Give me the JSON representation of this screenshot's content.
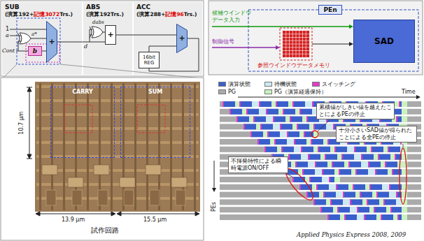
{
  "diagram": {
    "nodes": [
      {
        "text": [
          "SUB",
          "(演算192+記憶3072Trs.)"
        ]
      },
      {
        "text": [
          "b"
        ],
        "in": 0
      },
      {
        "text": [
          "+"
        ],
        "in": 0
      },
      {
        "text": [
          "ABS",
          "(演算192Trs.)"
        ]
      },
      {
        "text": [
          "+"
        ],
        "in": 3
      },
      {
        "text": [
          "ACC",
          "(演算288+記憶96Trs.)"
        ]
      },
      {
        "text": [
          "+"
        ],
        "in": 5
      },
      {
        "text": [
          "16bit REG"
        ],
        "in": 5
      },
      {
        "text": [
          "CARRY"
        ]
      },
      {
        "text": [
          "SUM"
        ]
      },
      {
        "text": [
          "PEn"
        ]
      },
      {
        "text": [
          "SAD"
        ]
      },
      {
        "text": [
          "累積値がしきい値を越えたことによるPEの停止"
        ]
      },
      {
        "text": [
          "十分小さいSAD値が得られたことによる全PEの停止"
        ]
      },
      {
        "text": [
          "不揮発特性による瞬時電源ON/OFF"
        ]
      }
    ],
    "labels": [
      "1",
      "a",
      "a*",
      "Cont",
      "d",
      "dabs",
      "10.7 μm",
      "13.9 μm",
      "15.5 μm",
      "試作回路",
      "候補ウインドウ データ入力",
      "制御信号",
      "参照ウインドウデータメモリ",
      "Time",
      "PEs",
      "Applied Physics Express 2008, 2009"
    ],
    "legend": [
      {
        "text": "演算状態",
        "color": "#3a5fcd"
      },
      {
        "text": "待機状態",
        "color": "#cde9f2"
      },
      {
        "text": "スイッチング",
        "color": "#e13cc8"
      },
      {
        "text": "PG",
        "color": "#aaaaaa"
      },
      {
        "text": "PG（演算経過保持）",
        "color": "#c9f2c0"
      }
    ]
  }
}
